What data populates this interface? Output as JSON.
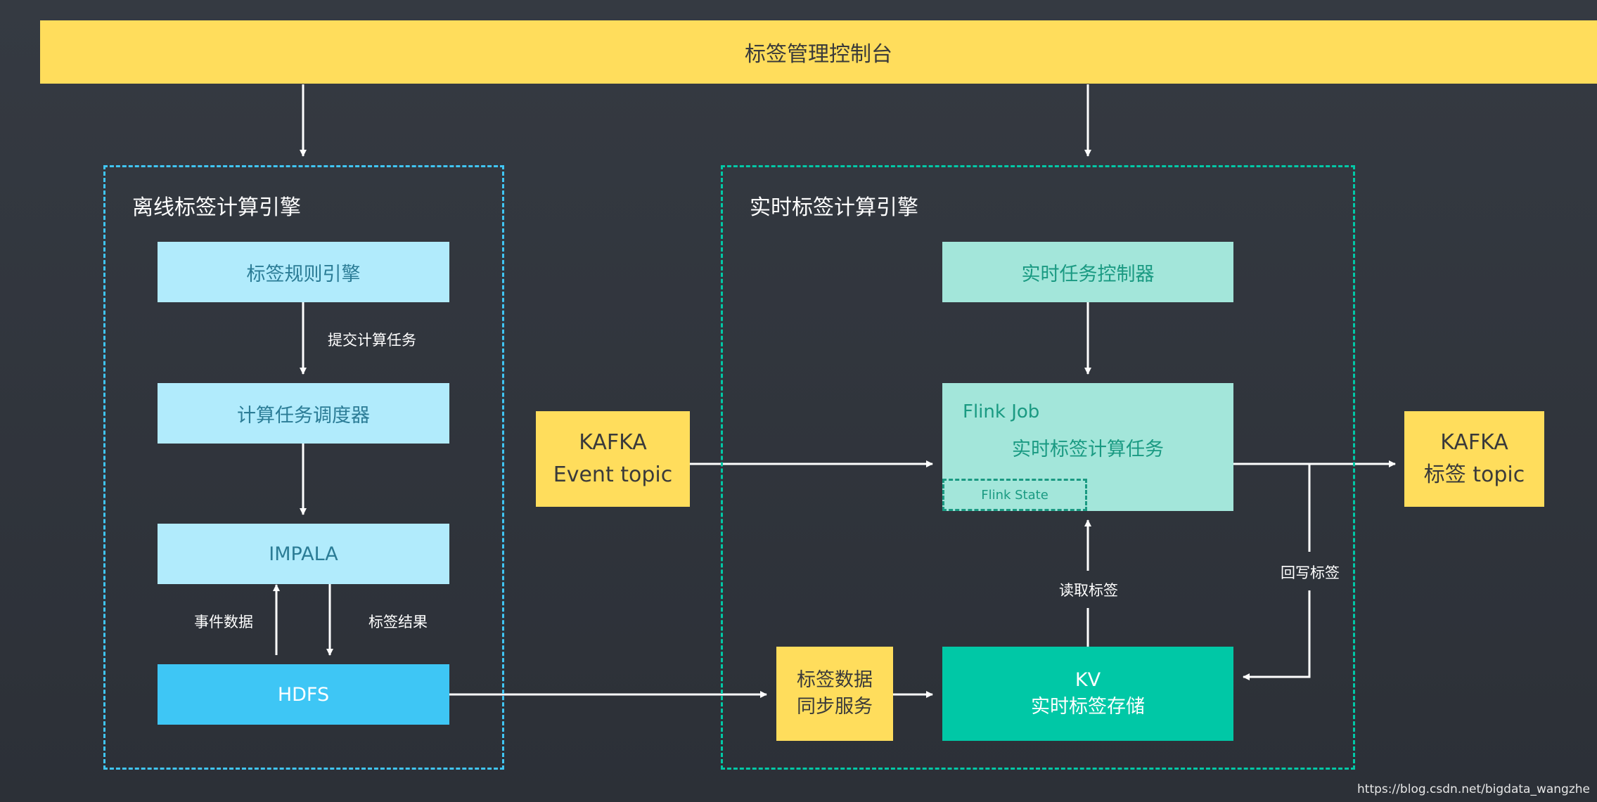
{
  "header": {
    "title": "标签管理控制台"
  },
  "offline": {
    "title": "离线标签计算引擎",
    "rule_engine": "标签规则引擎",
    "scheduler": "计算任务调度器",
    "impala": "IMPALA",
    "hdfs": "HDFS",
    "edge_submit": "提交计算任务",
    "edge_event_data": "事件数据",
    "edge_tag_result": "标签结果"
  },
  "kafka_in": {
    "line1": "KAFKA",
    "line2": "Event topic"
  },
  "realtime": {
    "title": "实时标签计算引擎",
    "controller": "实时任务控制器",
    "flink_job_label": "Flink Job",
    "flink_job_task": "实时标签计算任务",
    "flink_state": "Flink State",
    "sync_line1": "标签数据",
    "sync_line2": "同步服务",
    "kv_line1": "KV",
    "kv_line2": "实时标签存储",
    "edge_read": "读取标签",
    "edge_writeback": "回写标签"
  },
  "kafka_out": {
    "line1": "KAFKA",
    "line2": "标签 topic"
  },
  "watermark": "https://blog.csdn.net/bigdata_wangzhe",
  "colors": {
    "yellow": "#ffdd5c",
    "light_blue": "#b1ebfc",
    "hdfs_blue": "#3ec6f5",
    "mint": "#a3e6da",
    "green": "#00c8a6",
    "offline_border": "#40c5f3",
    "realtime_border": "#00c8a6"
  }
}
